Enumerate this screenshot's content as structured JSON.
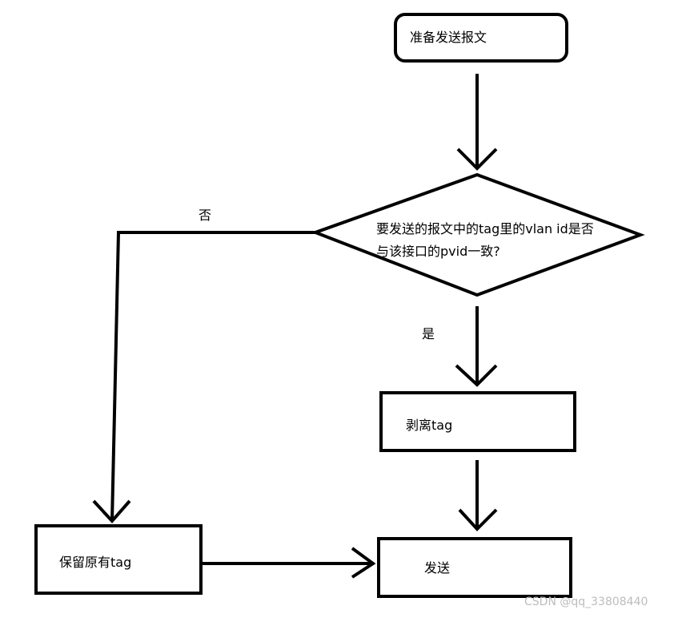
{
  "diagram": {
    "nodes": {
      "start": "准备发送报文",
      "decision_line1": "要发送的报文中的tag里的vlan id是否",
      "decision_line2": "与该接口的pvid一致?",
      "strip": "剥离tag",
      "keep": "保留原有tag",
      "send": "发送"
    },
    "edges": {
      "no_label": "否",
      "yes_label": "是"
    }
  },
  "watermark": "CSDN @qq_33808440",
  "colors": {
    "stroke": "#000000",
    "background": "#ffffff",
    "watermark": "#bdbdbd"
  }
}
